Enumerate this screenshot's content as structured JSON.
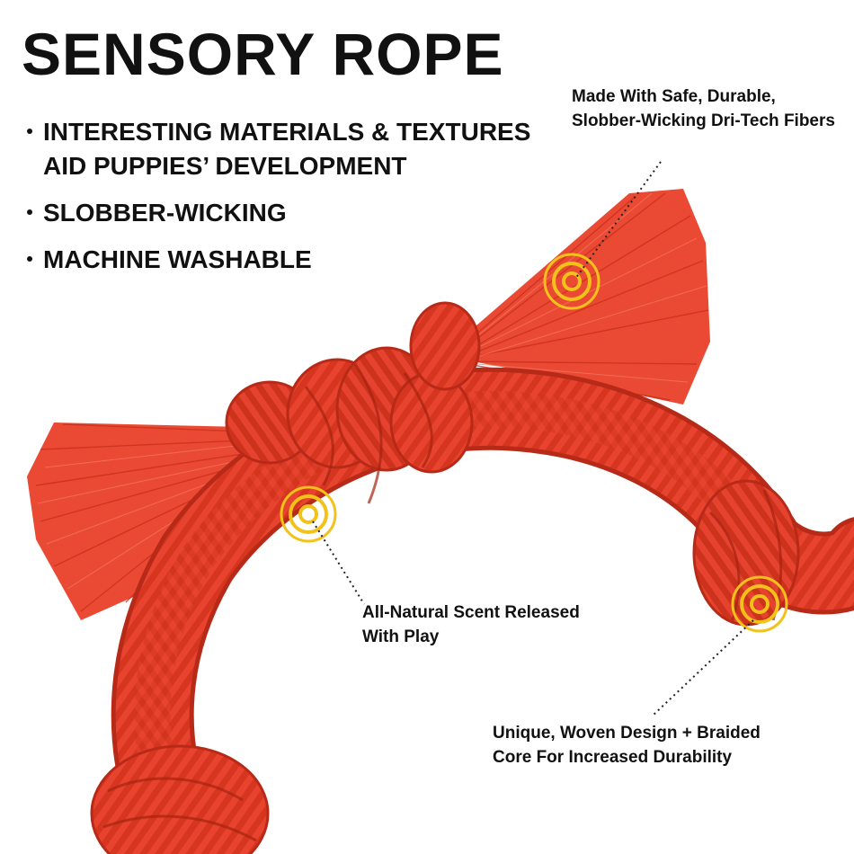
{
  "title": "SENSORY ROPE",
  "features": [
    "INTERESTING MATERIALS & TEXTURES AID PUPPIES’ DEVELOPMENT",
    "SLOBBER-WICKING",
    "MACHINE WASHABLE"
  ],
  "callouts": [
    "Made With Safe, Durable, Slobber-Wicking Dri-Tech Fibers",
    "All-Natural Scent Released With Play",
    "Unique, Woven Design + Braided Core For Increased Durability"
  ],
  "colors": {
    "rope": "#e8432e",
    "rope_dark": "#c92f1d",
    "marker": "#f2c21b",
    "text": "#111111"
  }
}
